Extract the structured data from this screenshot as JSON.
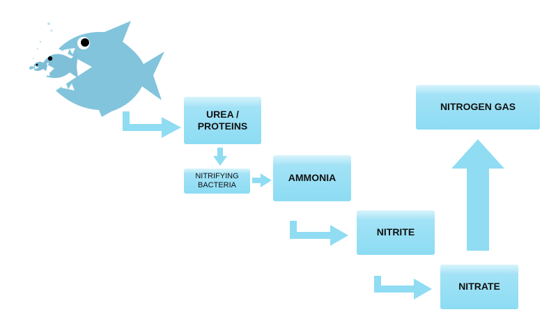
{
  "diagram": {
    "nodes": {
      "urea_proteins": "UREA /\nPROTEINS",
      "nitrifying_bacteria": "NITRIFYING\nBACTERIA",
      "ammonia": "AMMONIA",
      "nitrite": "NITRITE",
      "nitrate": "NITRATE",
      "nitrogen_gas": "NITROGEN GAS"
    },
    "colors": {
      "box_fill": "#8cdcf3",
      "arrow_fill": "#8fdcf3",
      "fish_fill": "#82c4dc",
      "fish_dark": "#5ea8c6"
    },
    "illustration": "fish-eating-fish-icon"
  }
}
